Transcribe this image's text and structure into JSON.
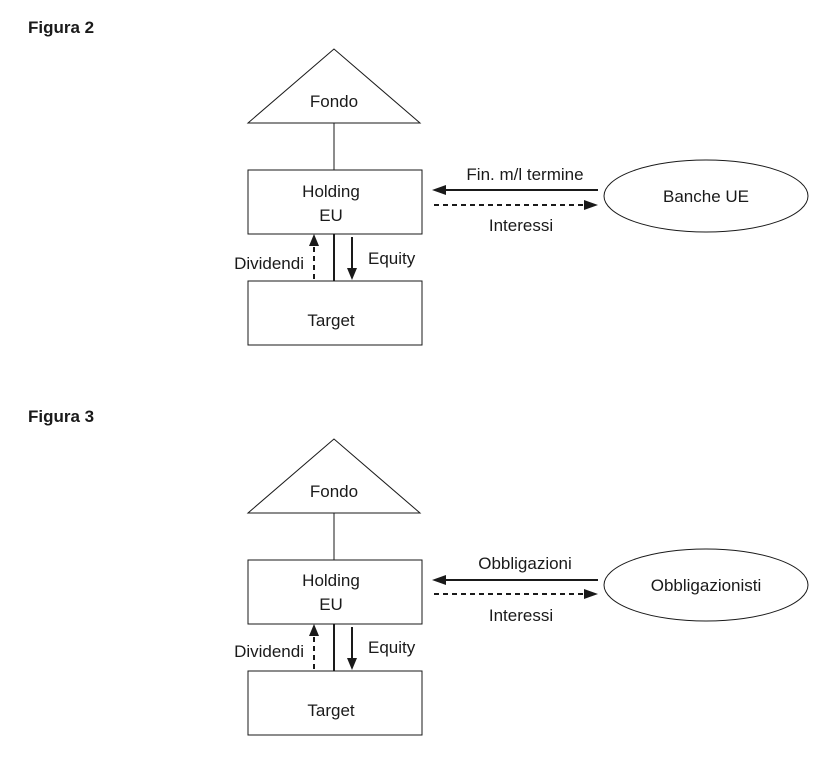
{
  "figures": [
    {
      "title": "Figura 2",
      "top": "Fondo",
      "holding": [
        "Holding",
        "EU"
      ],
      "target": "Target",
      "dividends": "Dividendi",
      "equity": "Equity",
      "lender": "Banche UE",
      "inflow": "Fin. m/l termine",
      "outflow": "Interessi"
    },
    {
      "title": "Figura 3",
      "top": "Fondo",
      "holding": [
        "Holding",
        "EU"
      ],
      "target": "Target",
      "dividends": "Dividendi",
      "equity": "Equity",
      "lender": "Obbligazionisti",
      "inflow": "Obbligazioni",
      "outflow": "Interessi"
    }
  ]
}
